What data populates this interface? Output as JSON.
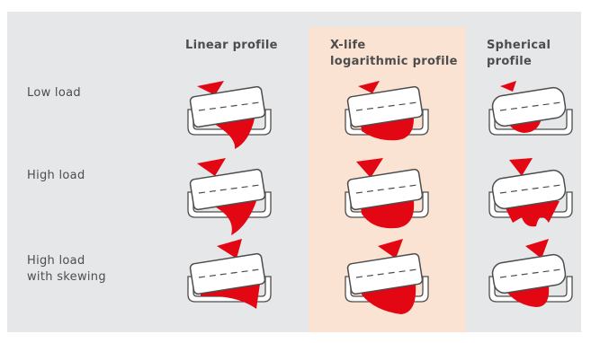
{
  "columns": [
    {
      "id": "linear",
      "lines": [
        "Linear profile"
      ]
    },
    {
      "id": "xlife",
      "lines": [
        "X-life",
        "logarithmic profile"
      ]
    },
    {
      "id": "spherical",
      "lines": [
        "Spherical",
        "profile"
      ]
    }
  ],
  "rows": [
    {
      "id": "low",
      "lines": [
        "Low load"
      ]
    },
    {
      "id": "high",
      "lines": [
        "High load"
      ]
    },
    {
      "id": "skew",
      "lines": [
        "High load",
        "with skewing"
      ]
    }
  ],
  "colors": {
    "panel": "#e6e7e8",
    "highlight": "#fbe3d3",
    "accent": "#e30613",
    "text": "#4d4d4d",
    "stroke": "#4d4d4d"
  }
}
